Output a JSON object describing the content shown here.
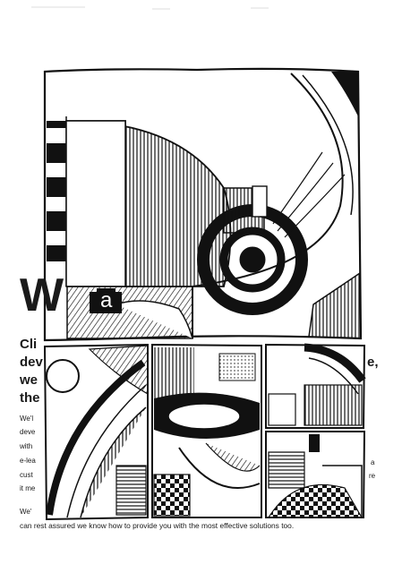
{
  "background": "#ffffff",
  "ink": "#111111",
  "text_fragments": {
    "headline_left": "W",
    "headline_inset": "a",
    "large_lines": [
      "Cli",
      "dev",
      "we",
      "the"
    ],
    "large_right": [
      "e,"
    ],
    "small_lines": [
      "We'l",
      "deve",
      "with",
      "e-lea",
      "cust",
      "it me"
    ],
    "small_right": [
      "a",
      "re"
    ],
    "para2_start": "We'",
    "bottom_line": "can rest assured we know how to provide you with the most effective solutions too."
  }
}
